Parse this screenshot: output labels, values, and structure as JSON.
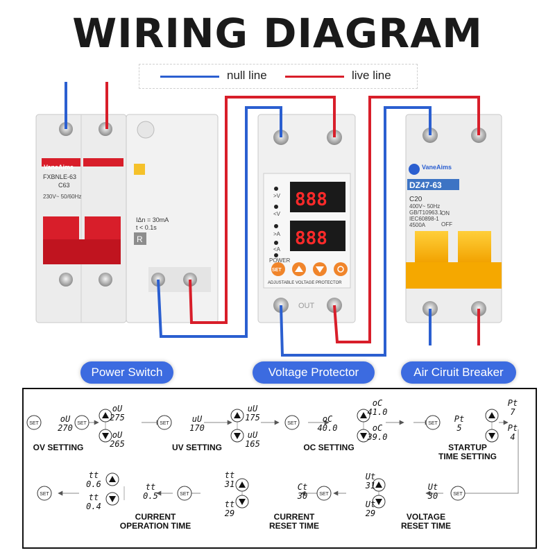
{
  "title": "WIRING DIAGRAM",
  "legend": {
    "null_line": "null line",
    "live_line": "live line",
    "null_color": "#2b5fd0",
    "live_color": "#d81e2a"
  },
  "devices": {
    "power_switch": {
      "label": "Power Switch",
      "brand": "VaneAims",
      "model": "FXBNLE-63",
      "rating": "C63",
      "info": "230V~ 50/60Hz",
      "current": "IΔn = 30mA",
      "time": "t < 0.1s",
      "reset": "R"
    },
    "voltage_protector": {
      "label": "Voltage Protector",
      "display": "888",
      "indicators": [
        ">V",
        "<V",
        ">A",
        "<A",
        "POWER"
      ],
      "caption": "ADJUSTABLE VOLTAGE PROTECTOR",
      "button_set": "SET",
      "out": "OUT"
    },
    "air_circuit_breaker": {
      "label": "Air Ciruit Breaker",
      "brand": "VaneAims",
      "model": "DZ47-63",
      "rating": "C20",
      "spec1": "400V~ 50Hz",
      "spec2": "GB/T10963.1",
      "spec3": "IEC60898-1",
      "spec4": "4500A",
      "on": "ON",
      "off": "OFF"
    }
  },
  "flow": {
    "set": "SET",
    "ov": {
      "label": "OV SETTING",
      "value": "oU\n270",
      "up": "oU\n275",
      "down": "oU\n265"
    },
    "uv": {
      "label": "UV SETTING",
      "value": "uU\n170",
      "up": "uU\n175",
      "down": "uU\n165"
    },
    "oc": {
      "label": "OC SETTING",
      "value": "oC\n40.0",
      "up": "oC\n41.0",
      "down": "oC\n39.0"
    },
    "startup": {
      "label1": "STARTUP",
      "label2": "TIME SETTING",
      "value": "Pt\n5",
      "up": "Pt\n7",
      "down": "Pt\n4"
    },
    "vreset": {
      "label1": "VOLTAGE",
      "label2": "RESET TIME",
      "value": "Ut\n30",
      "up": "Ut\n31",
      "down": "Ut\n29"
    },
    "creset": {
      "label1": "CURRENT",
      "label2": "RESET TIME",
      "value": "Ct\n30",
      "up": "tt\n31",
      "down": "tt\n29"
    },
    "cop": {
      "label1": "CURRENT",
      "label2": "OPERATION TIME",
      "value": "tt\n0.5",
      "up": "tt\n0.6",
      "down": "tt\n0.4"
    }
  }
}
